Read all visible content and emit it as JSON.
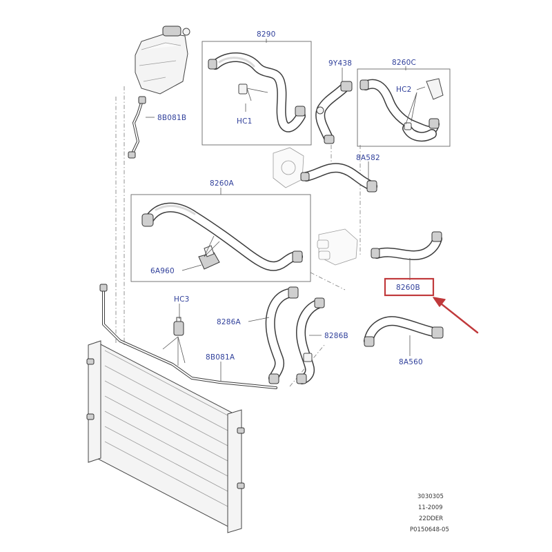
{
  "labels": {
    "p8290": "8290",
    "p9y438": "9Y438",
    "p8260c": "8260C",
    "hc2": "HC2",
    "hc1": "HC1",
    "p8b081b": "8B081B",
    "p8a582": "8A582",
    "p8260a": "8260A",
    "p6a960": "6A960",
    "p8260b": "8260B",
    "hc3": "HC3",
    "p8286a": "8286A",
    "p8286b": "8286B",
    "p8b081a": "8B081A",
    "p8a560": "8A560"
  },
  "doc_info": {
    "line1": "3030305",
    "line2": "11-2009",
    "line3": "22DDER",
    "line4": "P0150648-05"
  },
  "colors": {
    "label_blue": "#2f3f9a",
    "highlight_red": "#c0393b",
    "line_gray": "#3c3c3c"
  }
}
